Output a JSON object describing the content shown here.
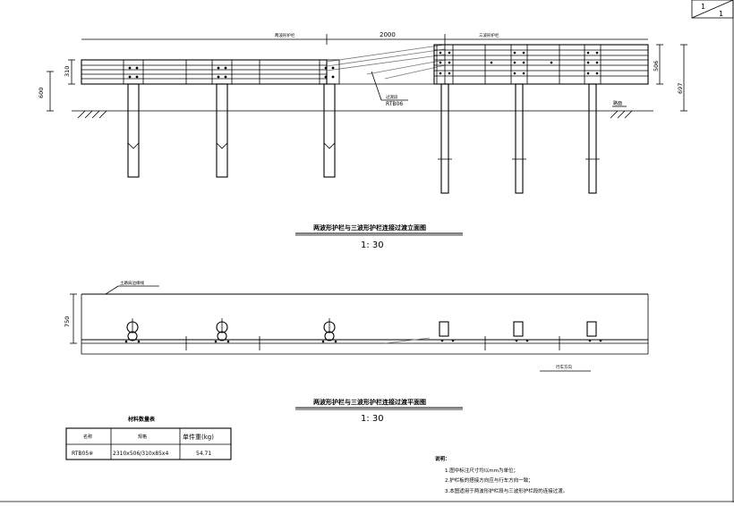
{
  "sheet": {
    "page_no": "1",
    "page_total": "1"
  },
  "elevation": {
    "title": "两波形护栏与三波形护栏连接过渡立面图",
    "scale": "1: 30",
    "left_section_label": "两波形护栏",
    "right_section_label": "三波形护栏",
    "transition_length": "2000",
    "dim_post_spacing": "310",
    "dim_left_height": "600",
    "dim_right_beam": "506",
    "dim_right_height": "697",
    "transition_piece_label": "过渡段",
    "transition_piece_code": "RTB06",
    "ground_label": "路面"
  },
  "plan": {
    "title": "两波形护栏与三波形护栏连接过渡平面图",
    "scale": "1: 30",
    "edge_label": "土路肩边缘线",
    "dim_width": "750",
    "direction_label": "行车方向"
  },
  "materials": {
    "title": "材料数量表",
    "headers": [
      "名称",
      "规格",
      "单件重(kg)"
    ],
    "rows": [
      [
        "RTB05※",
        "2310x506/310x85x4",
        "54.71"
      ]
    ]
  },
  "notes": {
    "heading": "说明：",
    "items": [
      "1.图中标注尺寸均以mm为单位；",
      "2.护栏板的搭接方向应与行车方向一致；",
      "3.本图适用于两波形护栏段与三波形护栏段的连接过渡。"
    ]
  }
}
